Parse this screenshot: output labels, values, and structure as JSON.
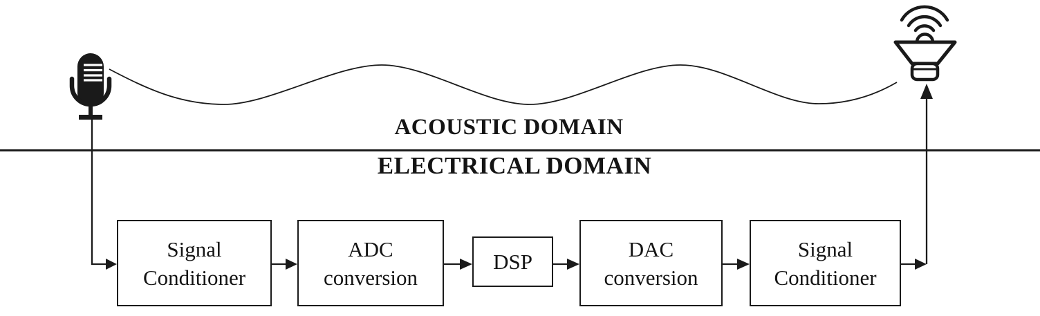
{
  "canvas": {
    "background": "#ffffff",
    "ink": "#1a1a1a"
  },
  "domains": {
    "acoustic": "ACOUSTIC DOMAIN",
    "electrical": "ELECTRICAL DOMAIN"
  },
  "icons": {
    "microphone": "microphone-icon",
    "loudspeaker": "loudspeaker-icon"
  },
  "blocks": [
    {
      "name": "signal-conditioner-input",
      "line1": "Signal",
      "line2": "Conditioner"
    },
    {
      "name": "adc-conversion",
      "line1": "ADC",
      "line2": "conversion"
    },
    {
      "name": "dsp",
      "line1": "DSP"
    },
    {
      "name": "dac-conversion",
      "line1": "DAC",
      "line2": "conversion"
    },
    {
      "name": "signal-conditioner-output",
      "line1": "Signal",
      "line2": "Conditioner"
    }
  ]
}
